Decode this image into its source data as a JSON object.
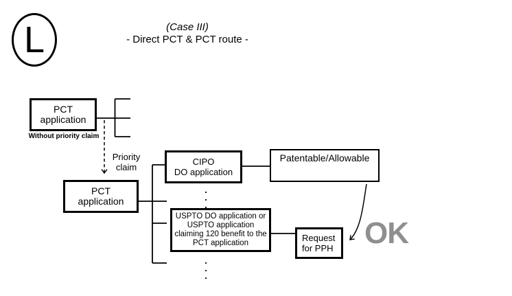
{
  "diagram": {
    "badge_letter": "L",
    "title": {
      "line1": "(Case III)",
      "line2": "- Direct PCT & PCT route -"
    },
    "pct_without_priority": {
      "line1": "PCT",
      "line2": "application",
      "caption": "Without priority claim"
    },
    "priority_arrow_label": {
      "line1": "Priority",
      "line2": "claim"
    },
    "pct_with_priority": {
      "line1": "PCT",
      "line2": "application"
    },
    "cipo": {
      "line1": "CIPO",
      "line2": "DO application"
    },
    "patentable": {
      "label": "Patentable/Allowable"
    },
    "uspto": {
      "line1": "USPTO DO application or",
      "line2": "USPTO application",
      "line3": "claiming 120 benefit to the",
      "line4": "PCT application"
    },
    "request_pph": {
      "line1": "Request",
      "line2": "for PPH"
    },
    "result": {
      "label": "OK"
    },
    "colors": {
      "line": "#000000",
      "ok_gray": "#8f8f8f"
    }
  }
}
